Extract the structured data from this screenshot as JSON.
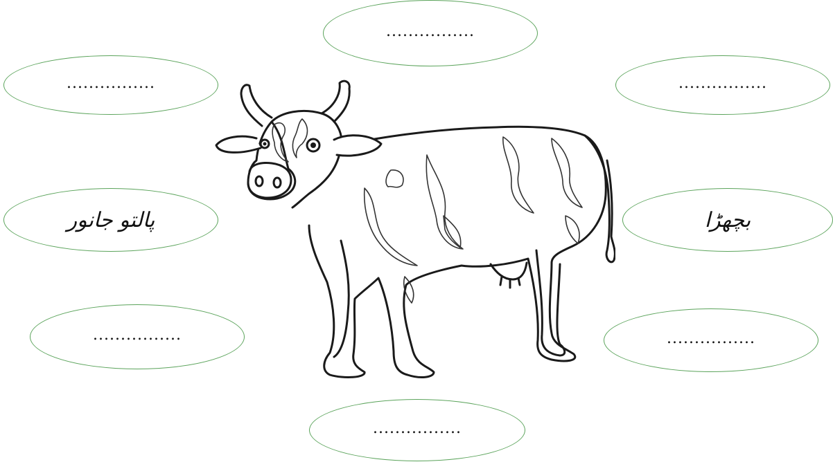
{
  "ovals": {
    "top_center": "................",
    "top_left": "................",
    "top_right": "................",
    "middle_left": "پالتو جانور",
    "middle_right": "بچھڑا",
    "lower_left": "................",
    "lower_right": "................",
    "bottom_center": "................"
  },
  "colors": {
    "oval_border": "#5aa35a",
    "text": "#111111",
    "drawing_outline": "#1a1a1a"
  },
  "illustration": {
    "subject": "cow-outline"
  }
}
